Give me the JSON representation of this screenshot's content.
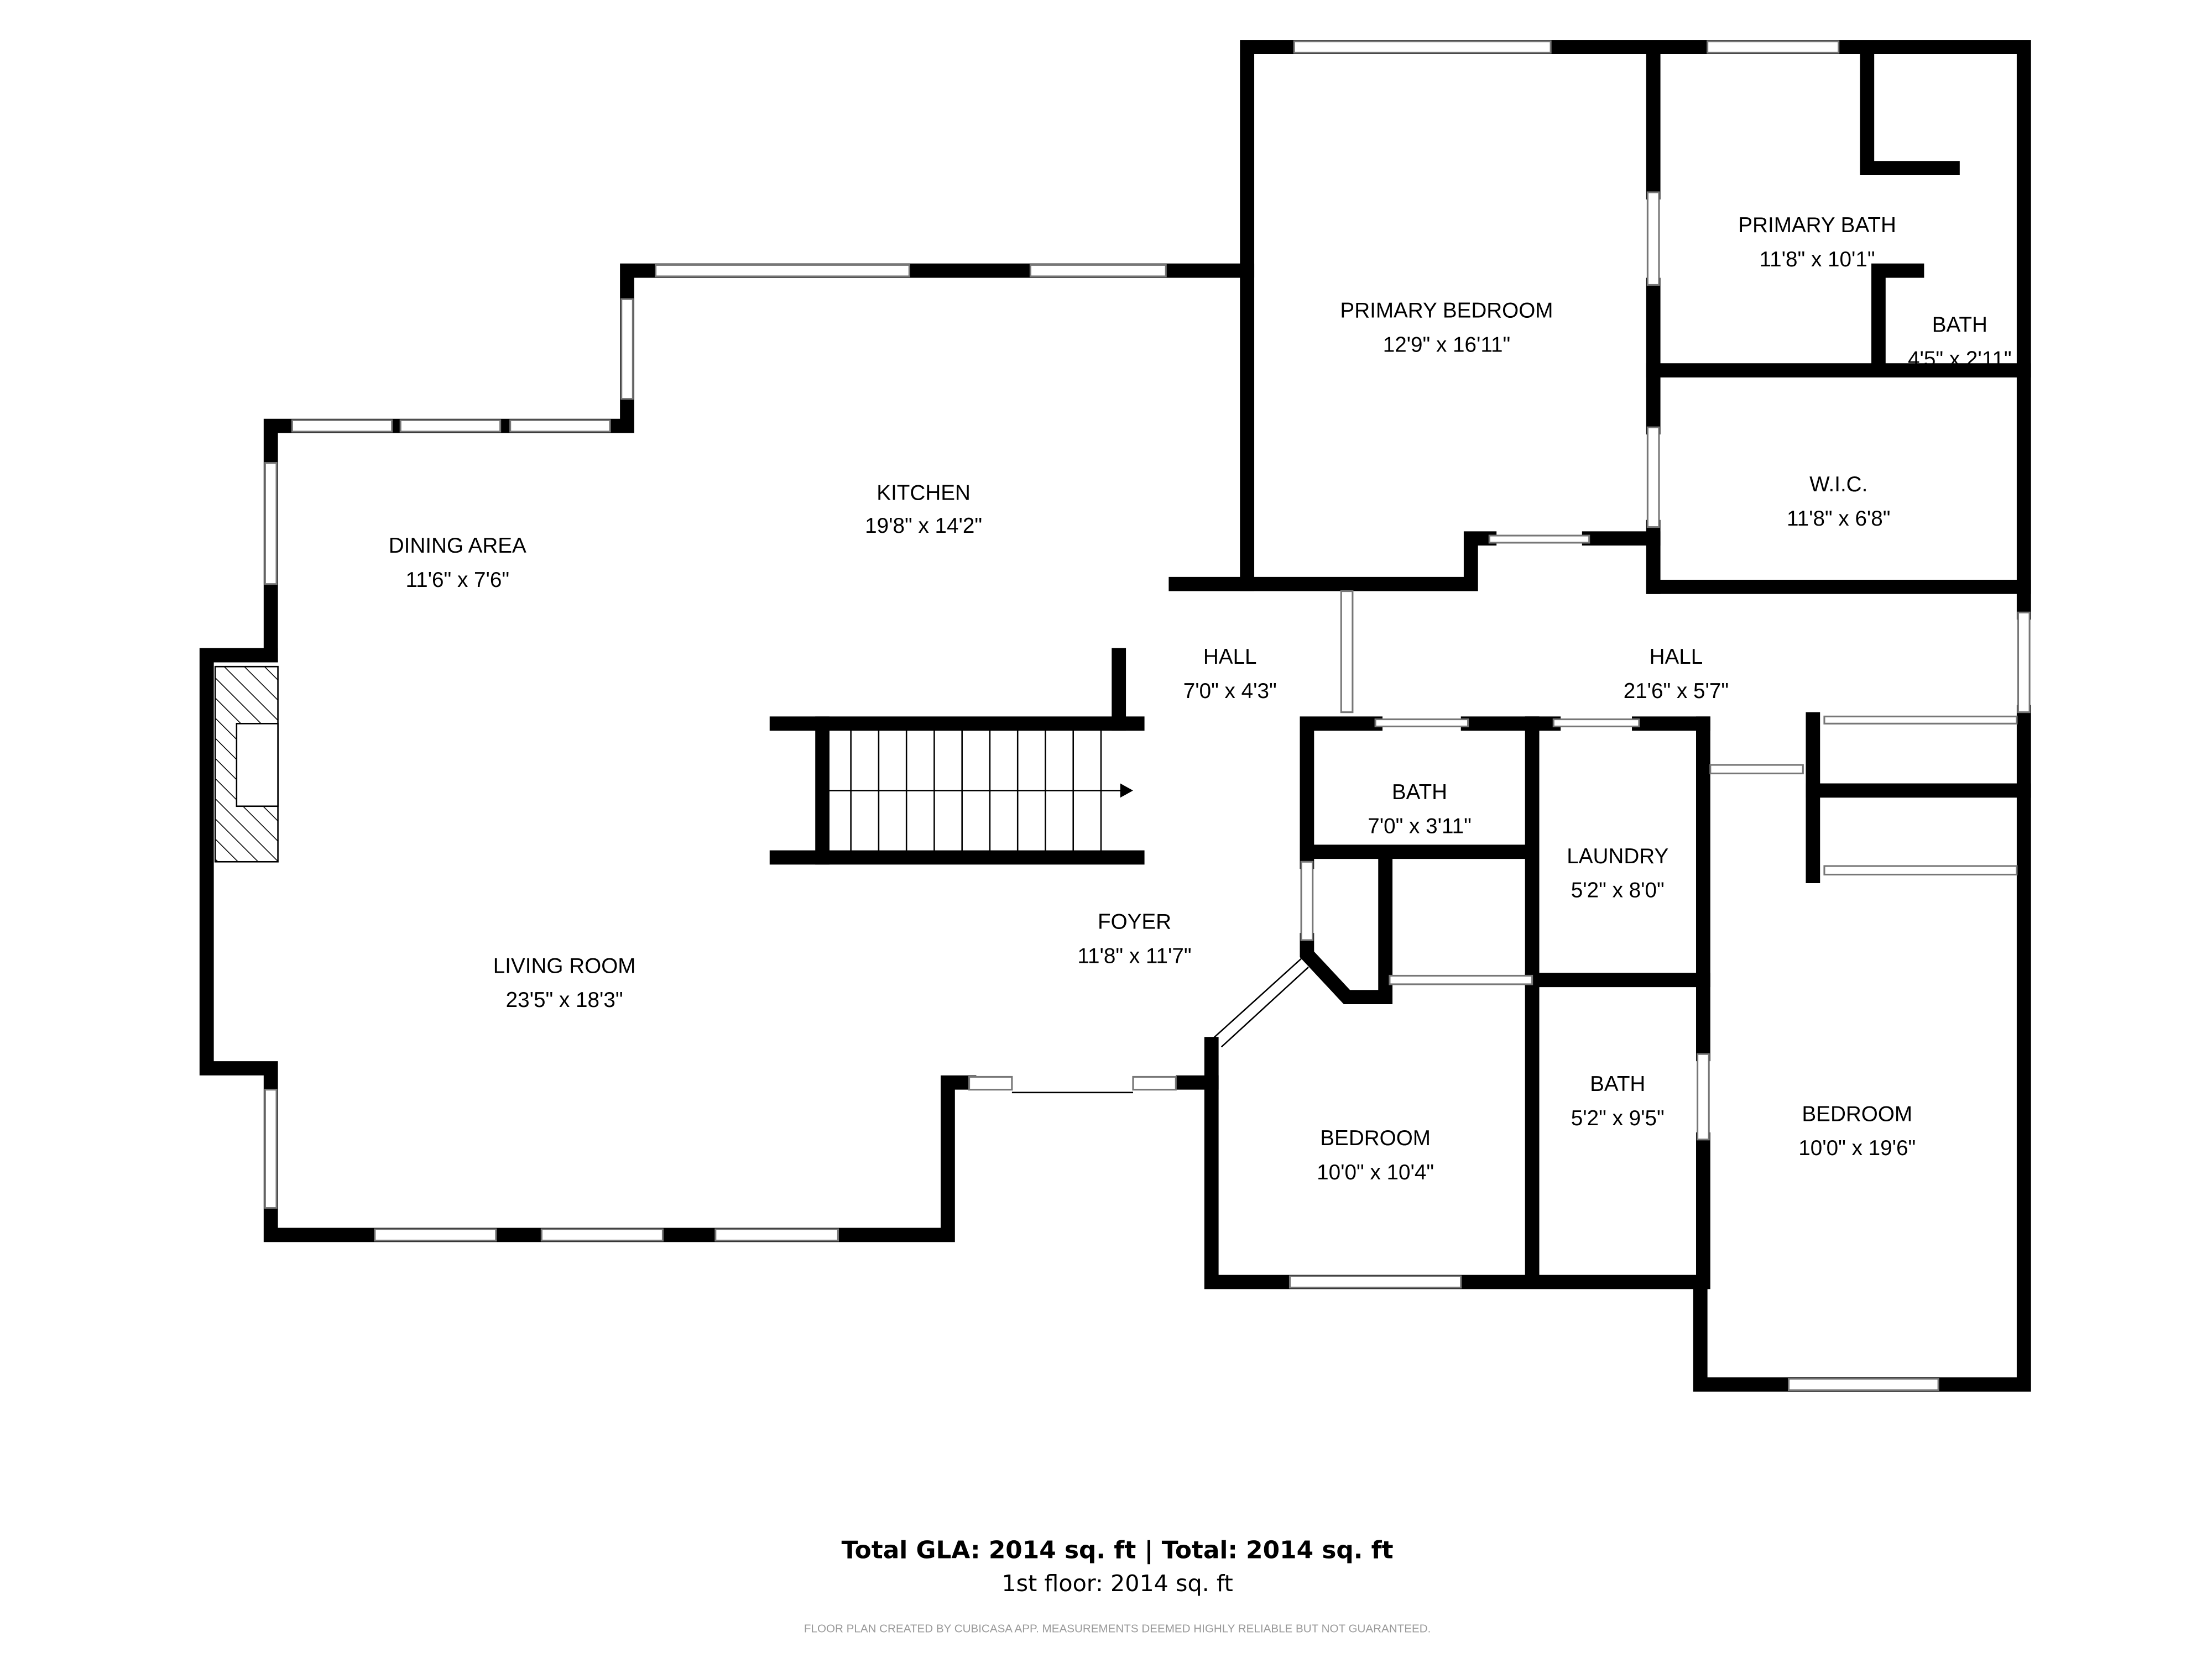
{
  "rooms": [
    {
      "name": "PRIMARY BEDROOM",
      "size": "12'9\" x 16'11\""
    },
    {
      "name": "PRIMARY BATH",
      "size": "11'8\" x 10'1\""
    },
    {
      "name": "BATH",
      "size": "4'5\" x 2'11\""
    },
    {
      "name": "W.I.C.",
      "size": "11'8\" x 6'8\""
    },
    {
      "name": "KITCHEN",
      "size": "19'8\" x 14'2\""
    },
    {
      "name": "DINING AREA",
      "size": "11'6\" x 7'6\""
    },
    {
      "name": "HALL",
      "size": "7'0\" x 4'3\""
    },
    {
      "name": "HALL",
      "size": "21'6\" x 5'7\""
    },
    {
      "name": "BATH",
      "size": "7'0\" x 3'11\""
    },
    {
      "name": "LAUNDRY",
      "size": "5'2\" x 8'0\""
    },
    {
      "name": "FOYER",
      "size": "11'8\" x 11'7\""
    },
    {
      "name": "LIVING ROOM",
      "size": "23'5\" x 18'3\""
    },
    {
      "name": "BEDROOM",
      "size": "10'0\" x 10'4\""
    },
    {
      "name": "BATH",
      "size": "5'2\" x 9'5\""
    },
    {
      "name": "BEDROOM",
      "size": "10'0\" x 19'6\""
    }
  ],
  "footer": {
    "total": "Total GLA: 2014 sq. ft | Total: 2014 sq. ft",
    "floor": "1st floor: 2014 sq. ft",
    "disclaimer": "FLOOR PLAN CREATED BY CUBICASA APP. MEASUREMENTS DEEMED HIGHLY RELIABLE BUT NOT GUARANTEED."
  }
}
